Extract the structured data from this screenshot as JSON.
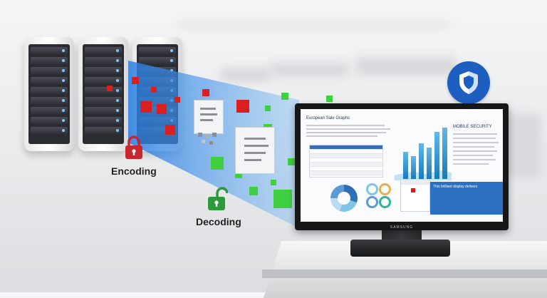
{
  "labels": {
    "encoding": "Encoding",
    "decoding": "Decoding"
  },
  "monitor": {
    "brand": "SAMSUNG",
    "screen_title": "European Sale Graphs",
    "screen_right_title": "MOBILE SECURITY",
    "screen_blue_title": "This brilliant display delivers"
  },
  "colors": {
    "accent_blue": "#1d5fc1",
    "lock_red": "#c8262d",
    "lock_green": "#2a9a3a",
    "encrypted_square": "#d91f1f",
    "decrypted_square": "#3fcf3f"
  },
  "icons": {
    "shield": "shield-icon",
    "lock_closed": "lock-icon",
    "lock_open": "unlock-icon"
  }
}
